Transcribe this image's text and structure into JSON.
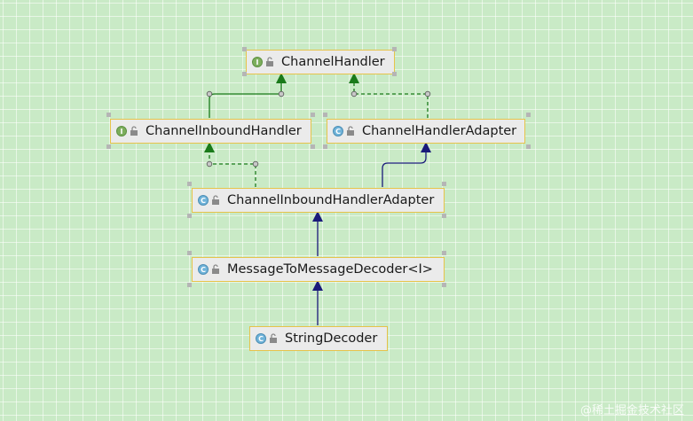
{
  "nodes": [
    {
      "id": "channel-handler",
      "kind": "interface",
      "badge": "I",
      "label": "ChannelHandler"
    },
    {
      "id": "channel-inbound-handler",
      "kind": "interface",
      "badge": "I",
      "label": "ChannelInboundHandler"
    },
    {
      "id": "channel-handler-adapter",
      "kind": "class",
      "badge": "C",
      "label": "ChannelHandlerAdapter"
    },
    {
      "id": "channel-inbound-handler-adapter",
      "kind": "class",
      "badge": "C",
      "label": "ChannelInboundHandlerAdapter"
    },
    {
      "id": "message-to-message-decoder",
      "kind": "class",
      "badge": "C",
      "label": "MessageToMessageDecoder<I>"
    },
    {
      "id": "string-decoder",
      "kind": "class",
      "badge": "C",
      "label": "StringDecoder"
    }
  ],
  "edges": [
    {
      "from": "channel-inbound-handler",
      "to": "channel-handler",
      "type": "extends-interface"
    },
    {
      "from": "channel-handler-adapter",
      "to": "channel-handler",
      "type": "implements"
    },
    {
      "from": "channel-inbound-handler-adapter",
      "to": "channel-inbound-handler",
      "type": "implements"
    },
    {
      "from": "channel-inbound-handler-adapter",
      "to": "channel-handler-adapter",
      "type": "extends"
    },
    {
      "from": "message-to-message-decoder",
      "to": "channel-inbound-handler-adapter",
      "type": "extends"
    },
    {
      "from": "string-decoder",
      "to": "message-to-message-decoder",
      "type": "extends"
    }
  ],
  "colors": {
    "background": "#c9eac6",
    "interface_arrow": "#1a7a1a",
    "class_arrow": "#1a1a7a",
    "node_border": "#e6c34a",
    "node_fill": "#ebebeb"
  },
  "watermark": "@稀土掘金技术社区"
}
